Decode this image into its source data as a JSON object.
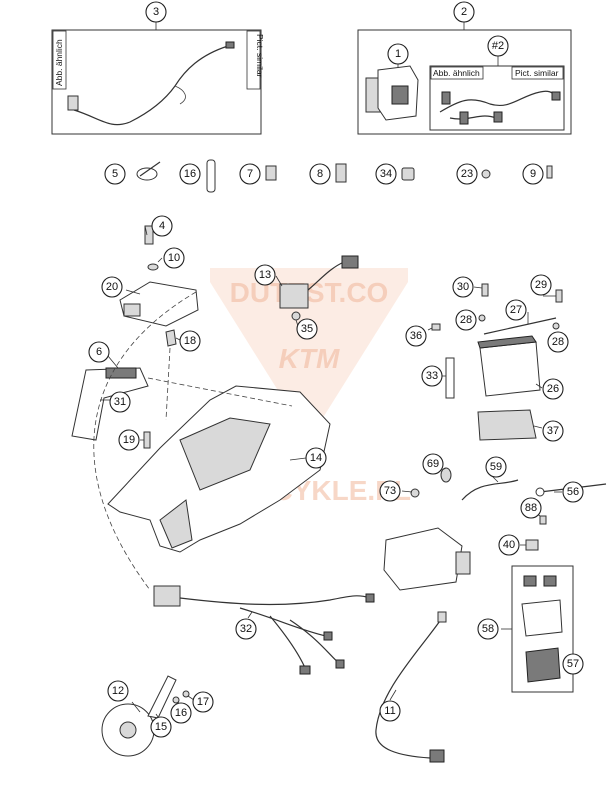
{
  "callouts": {
    "n2": "2",
    "n3": "3",
    "n1": "1",
    "n2b": "#2",
    "n5": "5",
    "n16a": "16",
    "n7": "7",
    "n8": "8",
    "n34": "34",
    "n23": "23",
    "n9": "9",
    "n4": "4",
    "n10": "10",
    "n20": "20",
    "n18": "18",
    "n6": "6",
    "n31": "31",
    "n19": "19",
    "n14": "14",
    "n13": "13",
    "n35": "35",
    "n30": "30",
    "n29": "29",
    "n27": "27",
    "n28a": "28",
    "n28b": "28",
    "n36": "36",
    "n33": "33",
    "n26": "26",
    "n37": "37",
    "n69": "69",
    "n59": "59",
    "n73": "73",
    "n56": "56",
    "n88": "88",
    "n40": "40",
    "n58": "58",
    "n57": "57",
    "n32": "32",
    "n11": "11",
    "n12": "12",
    "n15": "15",
    "n16b": "16",
    "n17": "17"
  },
  "tags": {
    "abb_left": "Abb. ähnlich",
    "pict_left": "Pict. similar",
    "abb_box2": "Abb. ähnlich",
    "pict_box2": "Pict. similar"
  },
  "watermark": {
    "line1": "DUTEST.CO",
    "line2": "KTM",
    "line3": "MOTOCYKLE.PL"
  },
  "colors": {
    "line": "#333333",
    "watermark": "#f1b79b"
  }
}
